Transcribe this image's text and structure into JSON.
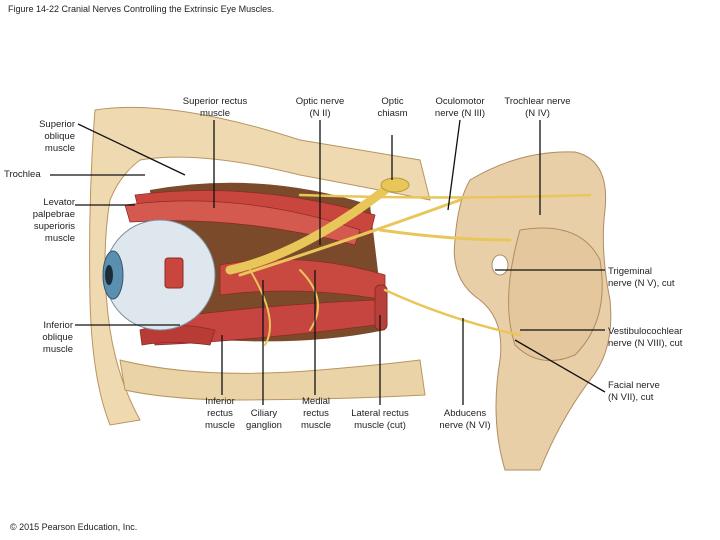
{
  "title": "Figure 14-22 Cranial Nerves Controlling the Extrinsic Eye Muscles.",
  "copyright": "© 2015 Pearson Education, Inc.",
  "labels": {
    "superior_oblique": "Superior\noblique\nmuscle",
    "superior_rectus": "Superior rectus\nmuscle",
    "optic_nerve": "Optic nerve\n(N II)",
    "optic_chiasm": "Optic\nchiasm",
    "oculomotor": "Oculomotor\nnerve (N III)",
    "trochlear": "Trochlear nerve\n(N IV)",
    "trochlea": "Trochlea",
    "levator": "Levator\npalpebrae\nsuperioris\nmuscle",
    "trigeminal": "Trigeminal\nnerve (N V), cut",
    "inferior_oblique": "Inferior\noblique\nmuscle",
    "vestibulocochlear": "Vestibulocochlear\nnerve (N VIII), cut",
    "facial": "Facial nerve\n(N VII), cut",
    "inferior_rectus": "Inferior\nrectus\nmuscle",
    "ciliary": "Ciliary\nganglion",
    "medial_rectus": "Medial\nrectus\nmuscle",
    "lateral_rectus": "Lateral rectus\nmuscle (cut)",
    "abducens": "Abducens\nnerve (N VI)"
  }
}
